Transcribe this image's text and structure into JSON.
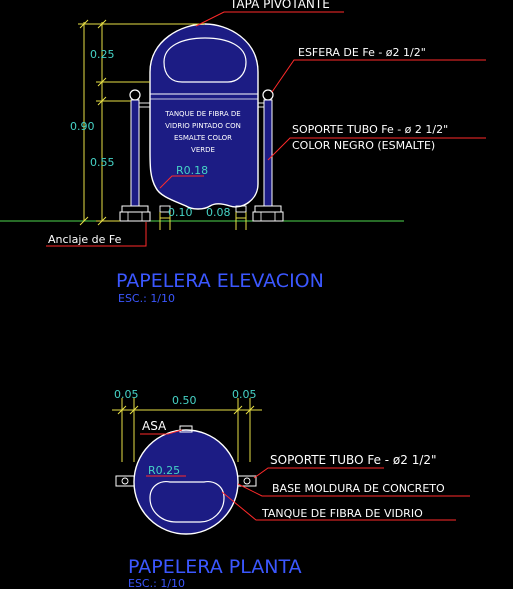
{
  "elevation": {
    "title": "PAPELERA ELEVACION",
    "scale": "ESC.: 1/10",
    "labels": {
      "tapa": "TAPA PIVOTANTE",
      "esfera": "ESFERA DE Fe - ø2 1/2\"",
      "soporte_1": "SOPORTE TUBO Fe - ø 2 1/2\"",
      "soporte_2": "COLOR NEGRO (ESMALTE)",
      "anclaje": "Anclaje de Fe"
    },
    "tank_text": [
      "TANQUE DE FIBRA DE",
      "VIDRIO PINTADO CON",
      "ESMALTE COLOR",
      "VERDE"
    ],
    "dims": {
      "top": "0.25",
      "total": "0.90",
      "mid": "0.55",
      "radius": "R0.18",
      "base_left": "0.10",
      "base_right": "0.08"
    }
  },
  "plan": {
    "title": "PAPELERA PLANTA",
    "scale": "ESC.: 1/10",
    "labels": {
      "asa": "ASA",
      "soporte": "SOPORTE TUBO Fe - ø2 1/2\"",
      "base": "BASE MOLDURA DE CONCRETO",
      "tanque": "TANQUE DE FIBRA DE VIDRIO"
    },
    "dims": {
      "left": "0.05",
      "center": "0.50",
      "right": "0.05",
      "radius": "R0.25"
    }
  },
  "colors": {
    "background": "#000000",
    "object": "#ffffff",
    "leader": "#ff2a2a",
    "dimension_line": "#e8e046",
    "dimension_text": "#46d3c6",
    "title": "#3b57ff",
    "tank_fill": "#1c1c84",
    "ground": "#4ed64e"
  }
}
